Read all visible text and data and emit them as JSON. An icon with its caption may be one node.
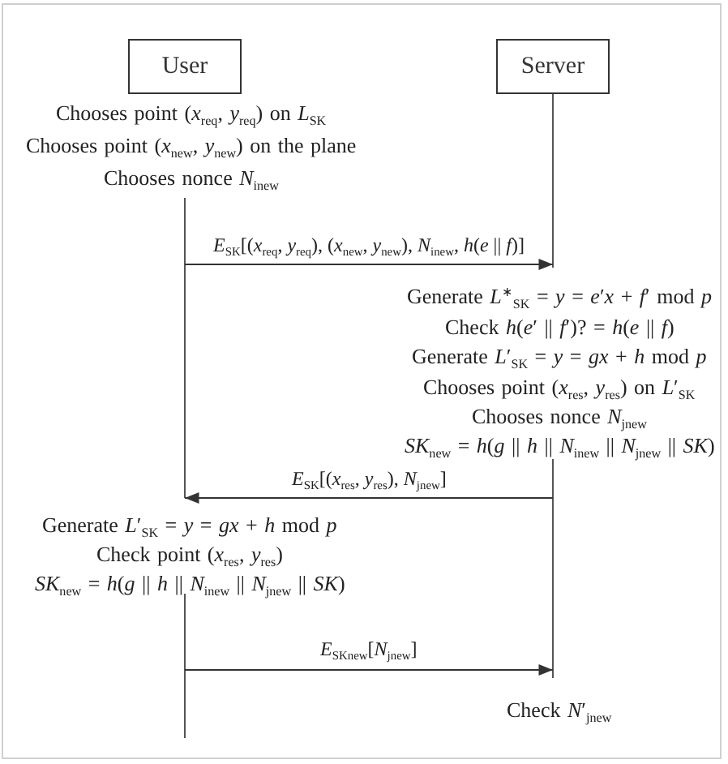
{
  "diagram": {
    "nodes": [
      {
        "text": [
          "User"
        ]
      },
      {
        "text": [
          "Server"
        ]
      }
    ],
    "edges": [
      {
        "from": 0,
        "to": 1,
        "arrow": "to",
        "label": "*E*$_{SK}$[(*x*$_{req}$, *y*$_{req}$), (*x*$_{new}$, *y*$_{new}$), *N*$_{inew}$, *h*(*e* || *f*)]"
      },
      {
        "from": 1,
        "to": 0,
        "arrow": "to",
        "label": "*E*$_{SK}$[(*x*$_{res}$, *y*$_{res}$), *N*$_{jnew}$]"
      },
      {
        "from": 0,
        "to": 1,
        "arrow": "to",
        "label": "*E*$_{SK}$$_{new}$[*N*$_{jnew}$]"
      }
    ],
    "labels": [
      "Chooses point (*x*$_{req}$, *y*$_{req}$) on *L*$_{SK}$",
      "Chooses point (*x*$_{new}$, *y*$_{new}$) on the plane",
      "Chooses nonce *N*$_{inew}$",
      "Generate *L*$^{∗}$$_{SK}$ = *y* = *e*′*x* + *f*′ mod *p*",
      "Check *h*(*e*′ || *f*′)? = *h*(*e* || *f*)",
      "Generate *L*′$_{SK}$ = *y* = *gx* + *h* mod *p*",
      "Chooses point (*x*$_{res}$, *y*$_{res}$) on *L*′$_{SK}$",
      "Chooses nonce *N*$_{jnew}$",
      "*SK*$_{new}$ = *h*(*g* || *h* || *N*$_{inew}$ || *N*$_{jnew}$ || *SK*)",
      "Generate *L*′$_{SK}$ = *y* = *gx* + *h* mod *p*",
      "Check point (*x*$_{res}$, *y*$_{res}$)",
      "*SK*$_{new}$ = *h*(*g* || *h* || *N*$_{inew}$ || *N*$_{jnew}$ || *SK*)",
      "Check *N*′$_{jnew}$"
    ]
  }
}
